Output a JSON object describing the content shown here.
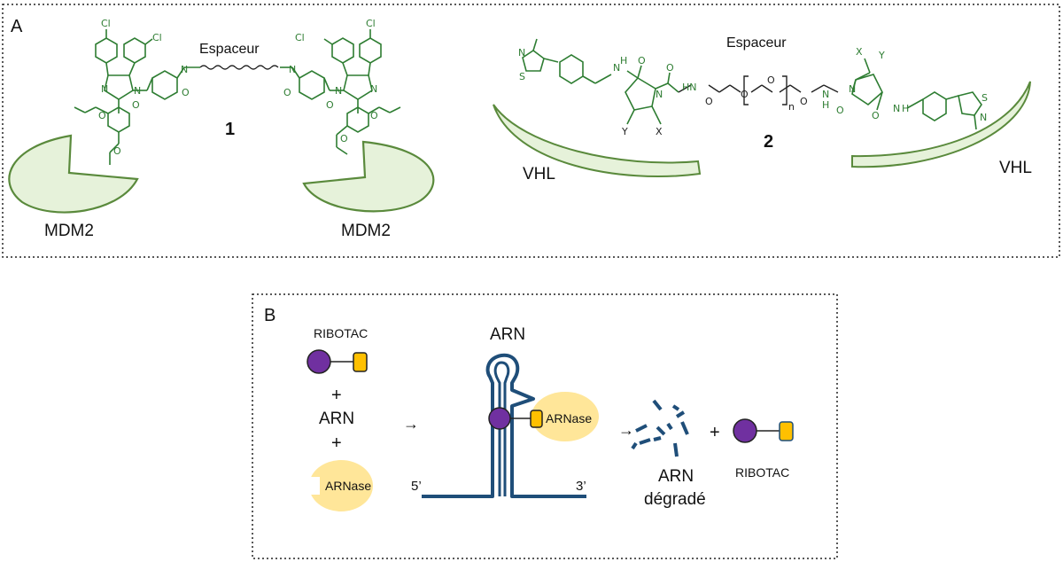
{
  "panel_a": {
    "letter": "A",
    "spacer_label_1": "Espaceur",
    "spacer_label_2": "Espaceur",
    "compound_1": "1",
    "compound_2": "2",
    "mdm2_left": "MDM2",
    "mdm2_right": "MDM2",
    "vhl_left": "VHL",
    "vhl_right": "VHL",
    "atoms": {
      "cl": "Cl",
      "n": "N",
      "o": "O",
      "s": "S",
      "x": "X",
      "y": "Y",
      "hn": "HN",
      "h": "H",
      "nsub": "n"
    }
  },
  "panel_b": {
    "letter": "B",
    "ribotac_label": "RIBOTAC",
    "plus": "+",
    "arn_label": "ARN",
    "arnase_label": "ARNase",
    "arrow": "→",
    "arn_title": "ARN",
    "five_prime": "5’",
    "three_prime": "3’",
    "arnase_bound": "ARNase",
    "degraded_line1": "ARN",
    "degraded_line2": "dégradé",
    "ribotac_final": "RIBOTAC"
  },
  "colors": {
    "green_line": "#2e7d32",
    "green_fill": "#e6f2da",
    "green_stroke": "#5a8a3c",
    "rna_blue": "#1f4e79",
    "purple": "#7030a0",
    "gold": "#ffc000",
    "arnase_yellow": "#ffe699"
  }
}
